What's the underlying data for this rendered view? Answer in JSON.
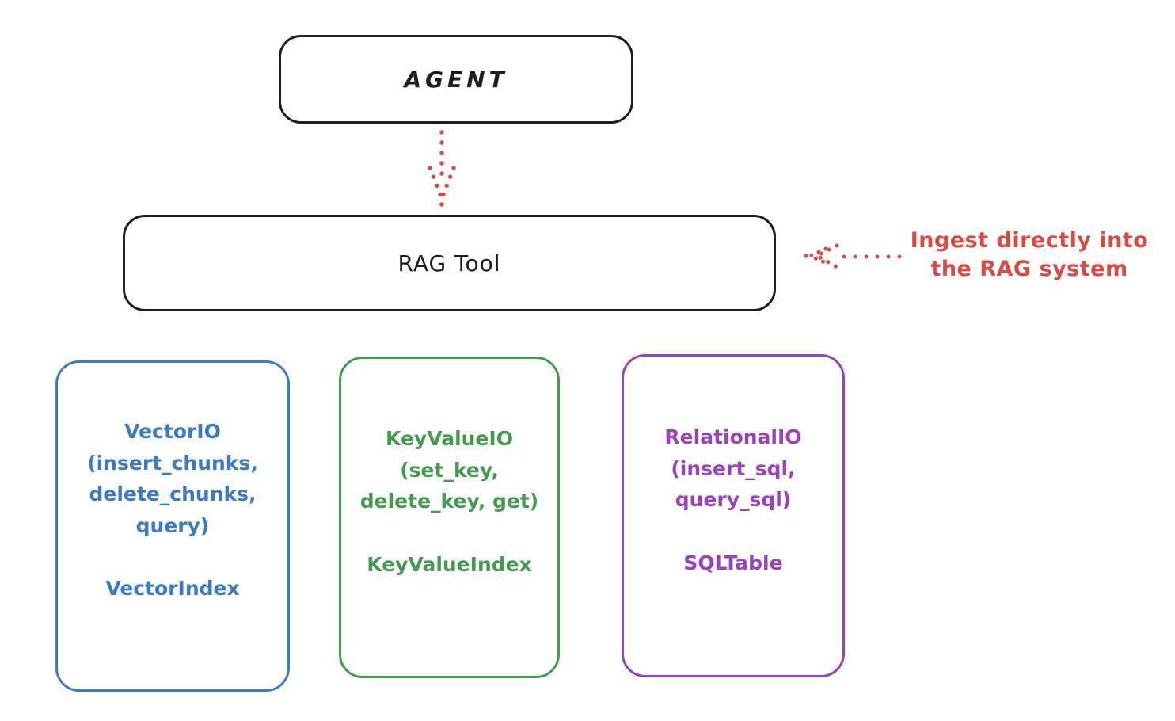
{
  "diagram": {
    "nodes": {
      "agent": {
        "label": "AGENT"
      },
      "rag_tool": {
        "label": "RAG Tool"
      }
    },
    "annotation": {
      "text_line1": "Ingest directly into",
      "text_line2": "the RAG system"
    },
    "io_boxes": [
      {
        "id": "vector-io",
        "color": "#3b7ac4",
        "title": "VectorIO",
        "params_line1": "(insert_chunks,",
        "params_line2": "delete_chunks,",
        "params_line3": "query)",
        "index_label": "VectorIndex"
      },
      {
        "id": "keyvalue-io",
        "color": "#449b4f",
        "title": "KeyValueIO",
        "params_line1": "(set_key,",
        "params_line2": "delete_key, get)",
        "index_label": "KeyValueIndex"
      },
      {
        "id": "relational-io",
        "color": "#9b41bd",
        "title": "RelationalIO",
        "params_line1": "(insert_sql,",
        "params_line2": "query_sql)",
        "index_label": "SQLTable"
      }
    ],
    "colors": {
      "stroke_black": "#1d1d1d",
      "arrow_red": "#d84a42",
      "vector_blue": "#3b7ac4",
      "keyvalue_green": "#449b4f",
      "relational_purple": "#9b41bd"
    }
  }
}
